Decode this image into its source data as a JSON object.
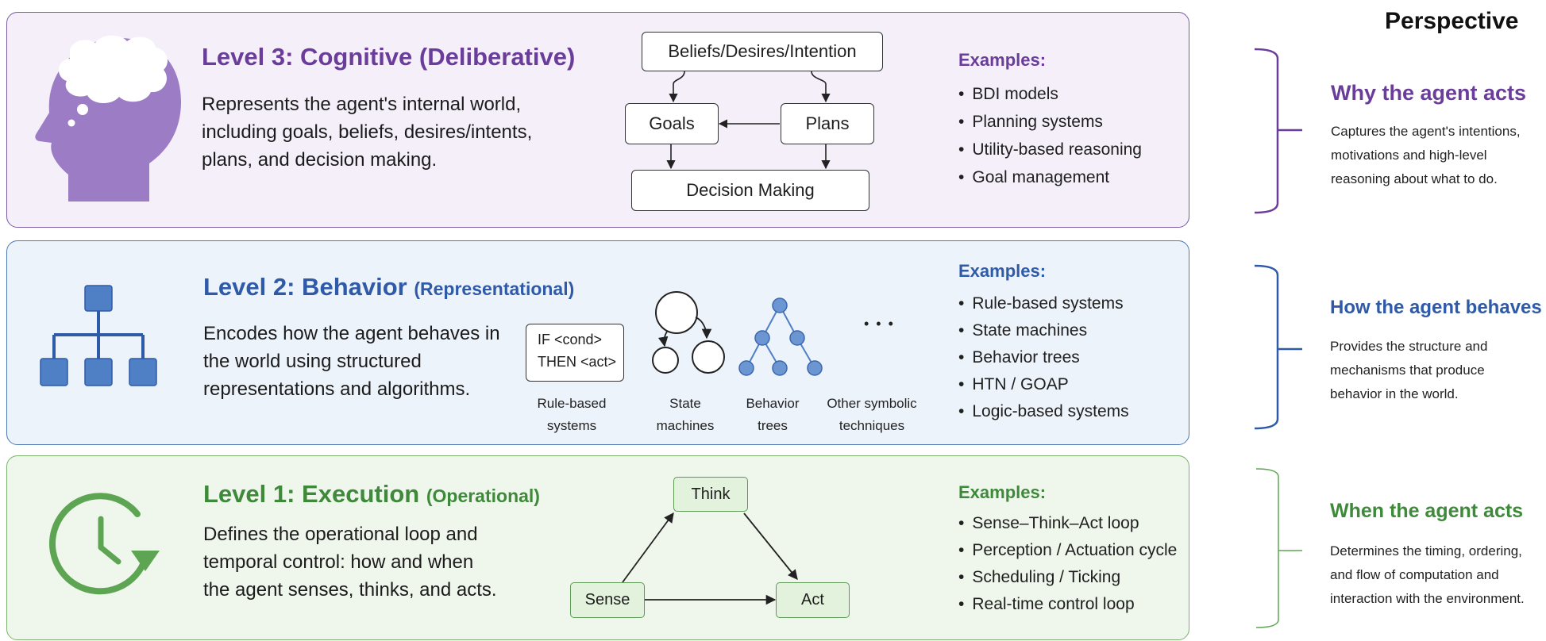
{
  "header": {
    "perspective": "Perspective"
  },
  "colors": {
    "level3": "#6a3d9a",
    "level2": "#2f5aa8",
    "level1": "#3e8a3a"
  },
  "levels": [
    {
      "title": "Level 3: Cognitive (Deliberative)",
      "description": "Represents the agent's internal world, including goals, beliefs, desires/intents, plans, and decision making.",
      "icon": "head-thought-icon",
      "diagram": {
        "top": "Beliefs/Desires/Intention",
        "left": "Goals",
        "right": "Plans",
        "bottom": "Decision Making"
      },
      "examples_label": "Examples:",
      "examples": [
        "BDI models",
        "Planning systems",
        "Utility-based reasoning",
        "Goal management"
      ],
      "perspective": {
        "title": "Why the agent acts",
        "lines": [
          "Captures the agent's intentions,",
          "motivations and high-level",
          "reasoning about what to do."
        ]
      }
    },
    {
      "title": "Level 2: Behavior",
      "subtitle": "(Representational)",
      "description": "Encodes how the agent behaves in the world using structured representations and algorithms.",
      "icon": "hierarchy-icon",
      "rule_box": {
        "line1": "IF <cond>",
        "line2": "THEN <act>"
      },
      "techniques": [
        {
          "line1": "Rule-based",
          "line2": "systems"
        },
        {
          "line1": "State",
          "line2": "machines"
        },
        {
          "line1": "Behavior",
          "line2": "trees"
        },
        {
          "line1": "Other symbolic",
          "line2": "techniques"
        }
      ],
      "ellipsis": "• • •",
      "examples_label": "Examples:",
      "examples": [
        "Rule-based systems",
        "State machines",
        "Behavior trees",
        "HTN / GOAP",
        "Logic-based systems"
      ],
      "perspective": {
        "title": "How the agent behaves",
        "lines": [
          "Provides the structure and",
          "mechanisms that produce",
          "behavior in the world."
        ]
      }
    },
    {
      "title": "Level 1: Execution",
      "subtitle": "(Operational)",
      "description": "Defines the operational loop and temporal control: how and when the agent senses, thinks, and acts.",
      "icon": "clock-cycle-icon",
      "loop": {
        "top": "Think",
        "left": "Sense",
        "right": "Act"
      },
      "examples_label": "Examples:",
      "examples": [
        "Sense–Think–Act loop",
        "Perception / Actuation cycle",
        "Scheduling / Ticking",
        "Real-time control loop"
      ],
      "perspective": {
        "title": "When the agent acts",
        "lines": [
          "Determines the timing, ordering,",
          "and flow of computation and",
          "interaction with the environment."
        ]
      }
    }
  ]
}
